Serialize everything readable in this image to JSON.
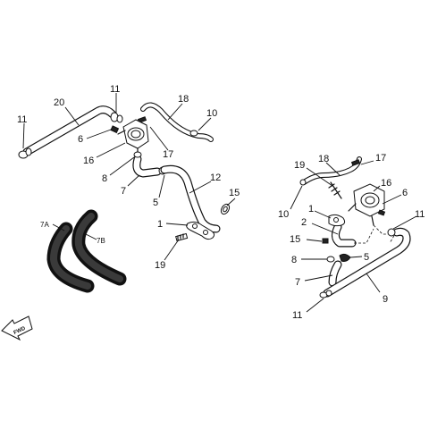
{
  "labels": {
    "l_20": "20",
    "l_11a": "11",
    "l_11b": "11",
    "l_18a": "18",
    "l_10a": "10",
    "l_6a": "6",
    "l_16a": "16",
    "l_17a": "17",
    "l_8a": "8",
    "l_7a": "7",
    "l_5a": "5",
    "l_12": "12",
    "l_15a": "15",
    "l_1a": "1",
    "l_19a": "19",
    "l_7A": "7A",
    "l_7B": "7B",
    "l_19b": "19",
    "l_18b": "18",
    "l_17b": "17",
    "l_16b": "16",
    "l_6b": "6",
    "l_10b": "10",
    "l_1b": "1",
    "l_2": "2",
    "l_11c": "11",
    "l_15b": "15",
    "l_8b": "8",
    "l_5b": "5",
    "l_7b": "7",
    "l_9": "9",
    "l_11d": "11"
  },
  "fwd_label": "FWD"
}
